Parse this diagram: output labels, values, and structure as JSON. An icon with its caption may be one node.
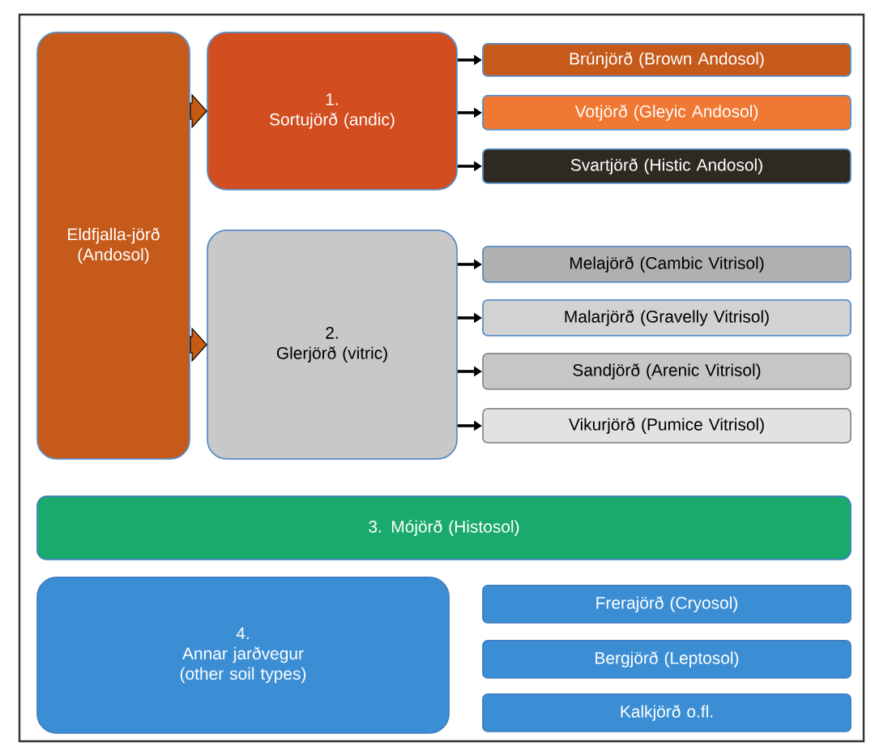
{
  "diagram": {
    "nodes": [
      {
        "text": [
          "Eldfjalla-jörð (Andosol)"
        ]
      },
      {
        "text": [
          "1.",
          "Sortujörð (andic)"
        ]
      },
      {
        "text": [
          "2.",
          "Glerjörð (vitric)"
        ]
      },
      {
        "text": [
          "Brúnjörð (Brown Andosol)"
        ]
      },
      {
        "text": [
          "Votjörð (Gleyic Andosol)"
        ]
      },
      {
        "text": [
          "Svartjörð (Histic Andosol)"
        ]
      },
      {
        "text": [
          "Melajörð (Cambic Vitrisol)"
        ]
      },
      {
        "text": [
          "Malarjörð (Gravelly Vitrisol)"
        ]
      },
      {
        "text": [
          "Sandjörð (Arenic Vitrisol)"
        ]
      },
      {
        "text": [
          "Vikurjörð (Pumice Vitrisol)"
        ]
      },
      {
        "text": [
          "3. Mójörð (Histosol)"
        ]
      },
      {
        "text": [
          "4.",
          "Annar jarðvegur (other soil types)"
        ]
      },
      {
        "text": [
          "Frerajörð (Cryosol)"
        ]
      },
      {
        "text": [
          "Bergjörð (Leptosol)"
        ]
      },
      {
        "text": [
          "Kalkjörð o.fl."
        ]
      }
    ],
    "edges": [
      {
        "from": 0,
        "to": 1,
        "arrow": "to",
        "style": "thick",
        "color": "#c55a11"
      },
      {
        "from": 0,
        "to": 2,
        "arrow": "to",
        "style": "thick",
        "color": "#c55a11"
      },
      {
        "from": 1,
        "to": 3,
        "arrow": "to"
      },
      {
        "from": 1,
        "to": 4,
        "arrow": "to"
      },
      {
        "from": 1,
        "to": 5,
        "arrow": "to"
      },
      {
        "from": 2,
        "to": 6,
        "arrow": "to"
      },
      {
        "from": 2,
        "to": 7,
        "arrow": "to"
      },
      {
        "from": 2,
        "to": 8,
        "arrow": "to"
      },
      {
        "from": 2,
        "to": 9,
        "arrow": "to"
      }
    ]
  }
}
